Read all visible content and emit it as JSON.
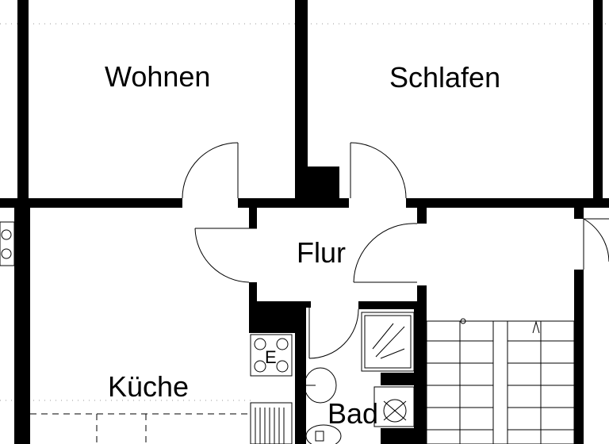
{
  "plan": {
    "rooms": {
      "wohnen": "Wohnen",
      "schlafen": "Schlafen",
      "flur": "Flur",
      "kueche": "Küche",
      "bad": "Bad"
    },
    "symbols": {
      "stove_marker": "E"
    },
    "colors": {
      "wall": "#000000",
      "background": "#ffffff",
      "ceiling_dots": "#9a9a9a"
    }
  }
}
